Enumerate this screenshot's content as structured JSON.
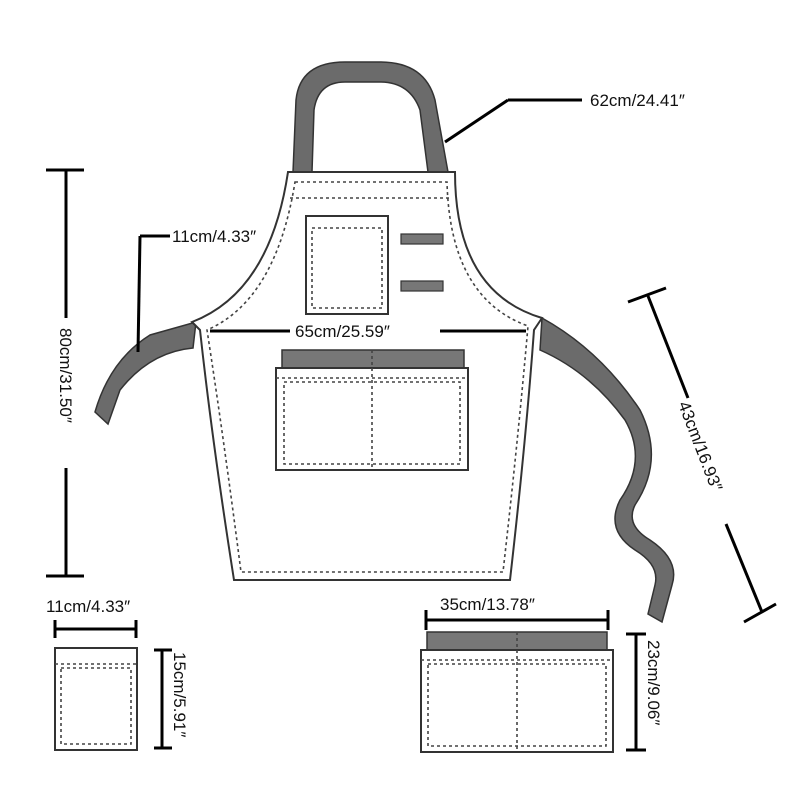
{
  "measurements": {
    "neck_strap": "62cm/24.41″",
    "bib_pocket_width": "11cm/4.33″",
    "apron_width": "65cm/25.59″",
    "apron_length": "80cm/31.50″",
    "waist_tie": "43cm/16.93″",
    "small_pocket_width": "11cm/4.33″",
    "small_pocket_height": "15cm/5.91″",
    "large_pocket_width": "35cm/13.78″",
    "large_pocket_height": "23cm/9.06″"
  }
}
